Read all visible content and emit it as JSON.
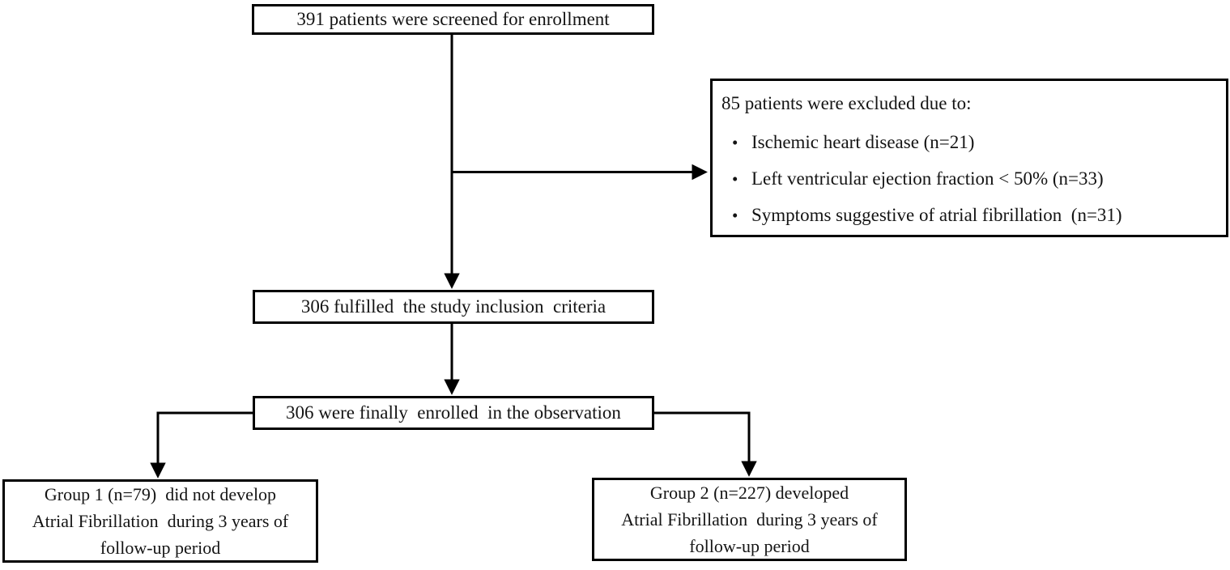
{
  "diagram": {
    "type": "flowchart",
    "boxes": {
      "screened": "391 patients were screened for enrollment",
      "excluded_header": "85 patients were excluded due to:",
      "excluded_bullets": [
        "Ischemic heart disease (n=21)",
        "Left ventricular ejection fraction < 50% (n=33)",
        "Symptoms suggestive of atrial fibrillation  (n=31)"
      ],
      "fulfilled": "306 fulfilled  the study inclusion  criteria",
      "enrolled": "306 were finally  enrolled  in the observation",
      "group1": "Group 1 (n=79)  did not develop\nAtrial Fibrillation  during 3 years of\nfollow-up period",
      "group2": "Group 2 (n=227) developed\nAtrial Fibrillation  during 3 years of\nfollow-up period"
    },
    "counts": {
      "screened": 391,
      "excluded": 85,
      "ischemic_heart_disease": 21,
      "lvef_below_50": 33,
      "af_symptoms": 31,
      "fulfilled_criteria": 306,
      "enrolled": 306,
      "group1_n": 79,
      "group2_n": 227
    },
    "colors": {
      "background": "#ffffff",
      "box_border": "#000000",
      "text": "#141414",
      "connector": "#000000"
    }
  }
}
